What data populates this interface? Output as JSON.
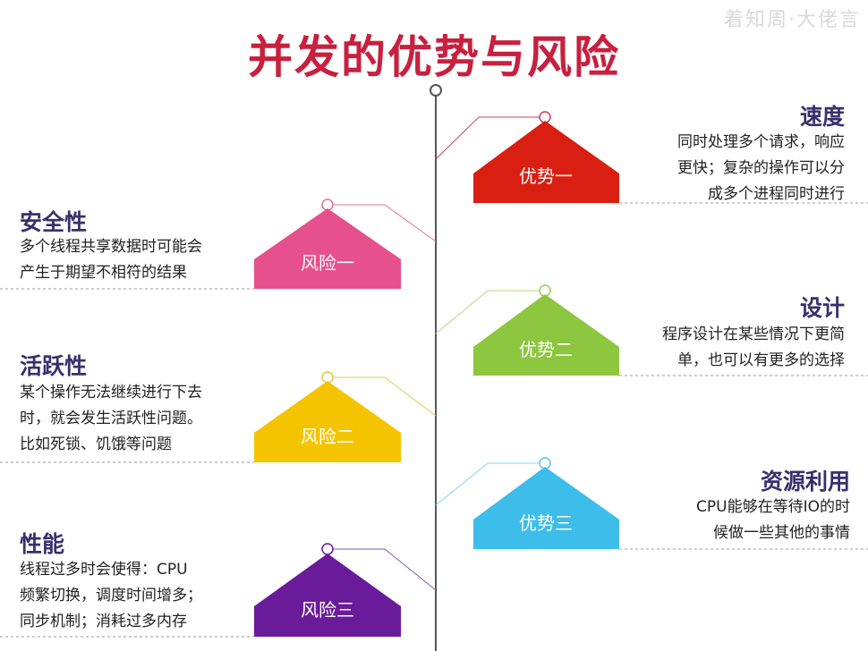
{
  "watermark": "着知周·大佬言",
  "title": "并发的优势与风险",
  "advantages": [
    {
      "badge": "优势一",
      "heading": "速度",
      "lines": [
        "同时处理多个请求，响应",
        "更快；复杂的操作可以分",
        "成多个进程同时进行"
      ],
      "color": "#d91f11"
    },
    {
      "badge": "优势二",
      "heading": "设计",
      "lines": [
        "程序设计在某些情况下更简",
        "单，也可以有更多的选择"
      ],
      "color": "#8dc63f"
    },
    {
      "badge": "优势三",
      "heading": "资源利用",
      "lines": [
        "CPU能够在等待IO的时",
        "候做一些其他的事情"
      ],
      "color": "#3dbde9"
    }
  ],
  "risks": [
    {
      "badge": "风险一",
      "heading": "安全性",
      "lines": [
        "多个线程共享数据时可能会",
        "产生于期望不相符的结果"
      ],
      "color": "#e6508c"
    },
    {
      "badge": "风险二",
      "heading": "活跃性",
      "lines": [
        "某个操作无法继续进行下去",
        "时，就会发生活跃性问题。",
        "比如死锁、饥饿等问题"
      ],
      "color": "#f5c400"
    },
    {
      "badge": "风险三",
      "heading": "性能",
      "lines": [
        "线程过多时会使得：CPU",
        "频繁切换，调度时间增多；",
        "同步机制；消耗过多内存"
      ],
      "color": "#6a1b9a"
    }
  ]
}
